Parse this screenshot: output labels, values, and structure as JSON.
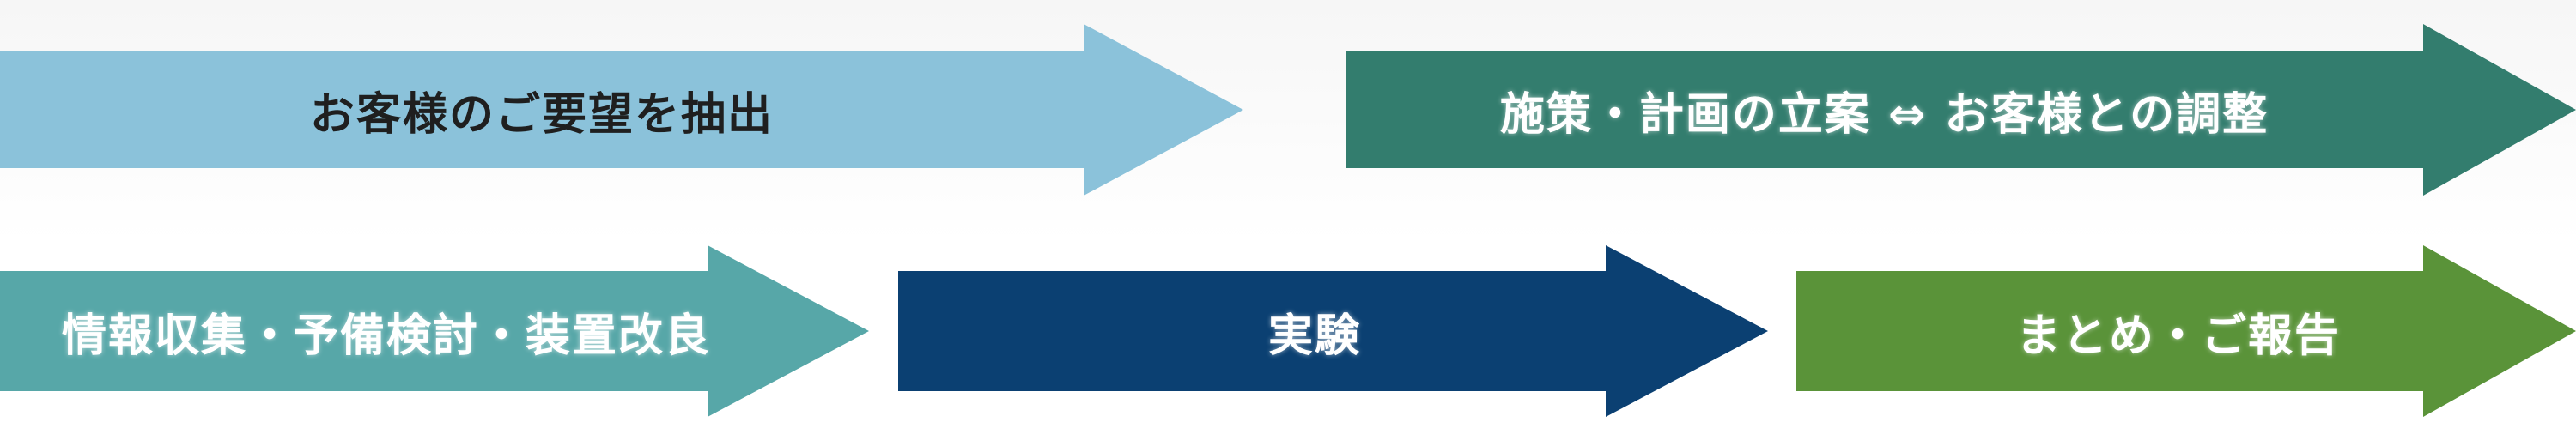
{
  "steps": [
    {
      "label": "お客様のご要望を抽出",
      "color": "#8bc2da",
      "text_color": "#1f1f1f"
    },
    {
      "label": "施策・計画の立案 ⇔ お客様との調整",
      "color": "#337d6e",
      "text_color": "#ffffff"
    },
    {
      "label": "情報収集・予備検討・装置改良",
      "color": "#57a7a8",
      "text_color": "#ffffff"
    },
    {
      "label": "実験",
      "color": "#0b4072",
      "text_color": "#ffffff"
    },
    {
      "label": "まとめ・ご報告",
      "color": "#5a9339",
      "text_color": "#ffffff"
    }
  ]
}
